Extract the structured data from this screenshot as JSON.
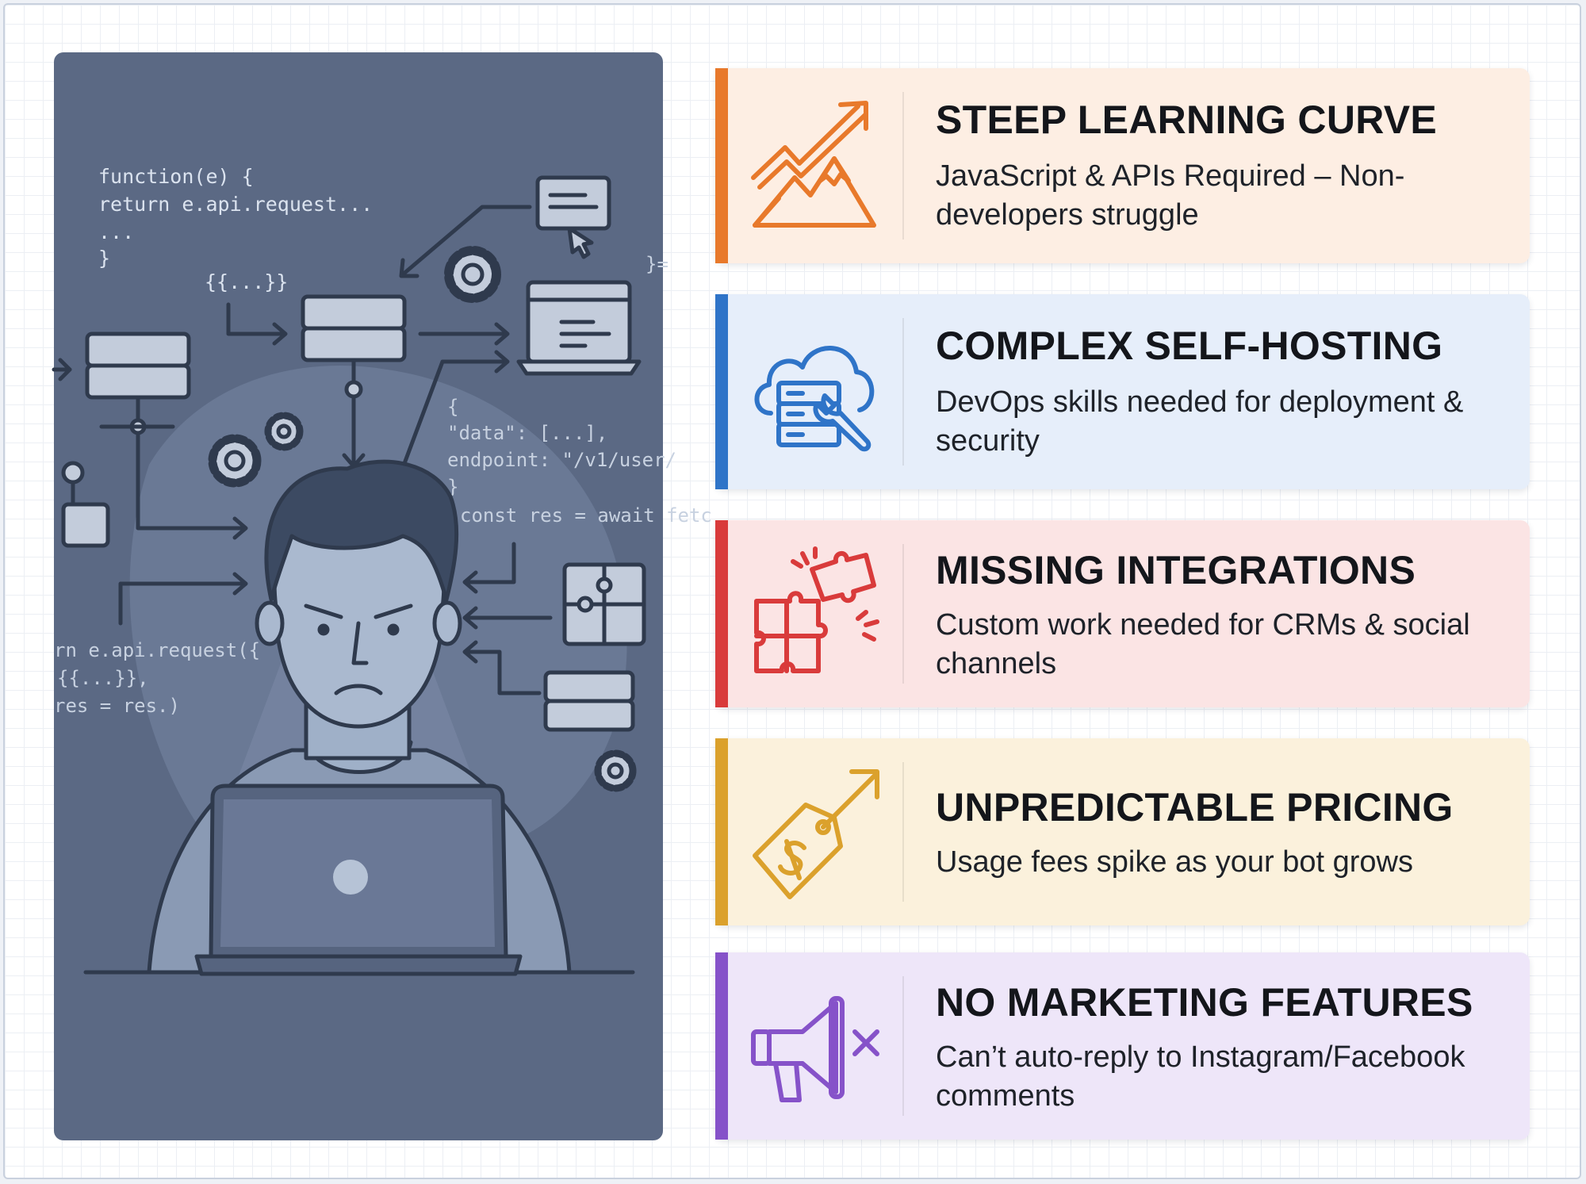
{
  "illustration": {
    "code_lines": [
      "function(e) {",
      "  return e.api.request...",
      "  ...",
      "}",
      "{{...}}",
      "{",
      "  \"data\": [...],",
      "  endpoint: \"/v1/user/",
      "}",
      "const res = await fetc",
      "rn e.api.request({",
      "{{...}},",
      "res = res.)",
      "}="
    ]
  },
  "cards": [
    {
      "title": "STEEP LEARNING CURVE",
      "description": "JavaScript & APIs Required – Non-developers struggle",
      "icon": "mountain-trend-up-icon",
      "accent": "#e8792b",
      "background": "#fdeee3"
    },
    {
      "title": "COMPLEX SELF-HOSTING",
      "description": "DevOps skills needed for deployment & security",
      "icon": "cloud-server-wrench-icon",
      "accent": "#2f74c8",
      "background": "#e6eefa"
    },
    {
      "title": "MISSING INTEGRATIONS",
      "description": "Custom work needed for CRMs & social channels",
      "icon": "broken-puzzle-icon",
      "accent": "#d93b3b",
      "background": "#fbe4e4"
    },
    {
      "title": "UNPREDICTABLE PRICING",
      "description": "Usage fees spike as your bot grows",
      "icon": "price-tag-rising-icon",
      "accent": "#dba12c",
      "background": "#fbf1dc"
    },
    {
      "title": "NO MARKETING FEATURES",
      "description": "Can’t auto-reply to Instagram/Facebook comments",
      "icon": "megaphone-muted-icon",
      "accent": "#8652c9",
      "background": "#eee6f9"
    }
  ]
}
